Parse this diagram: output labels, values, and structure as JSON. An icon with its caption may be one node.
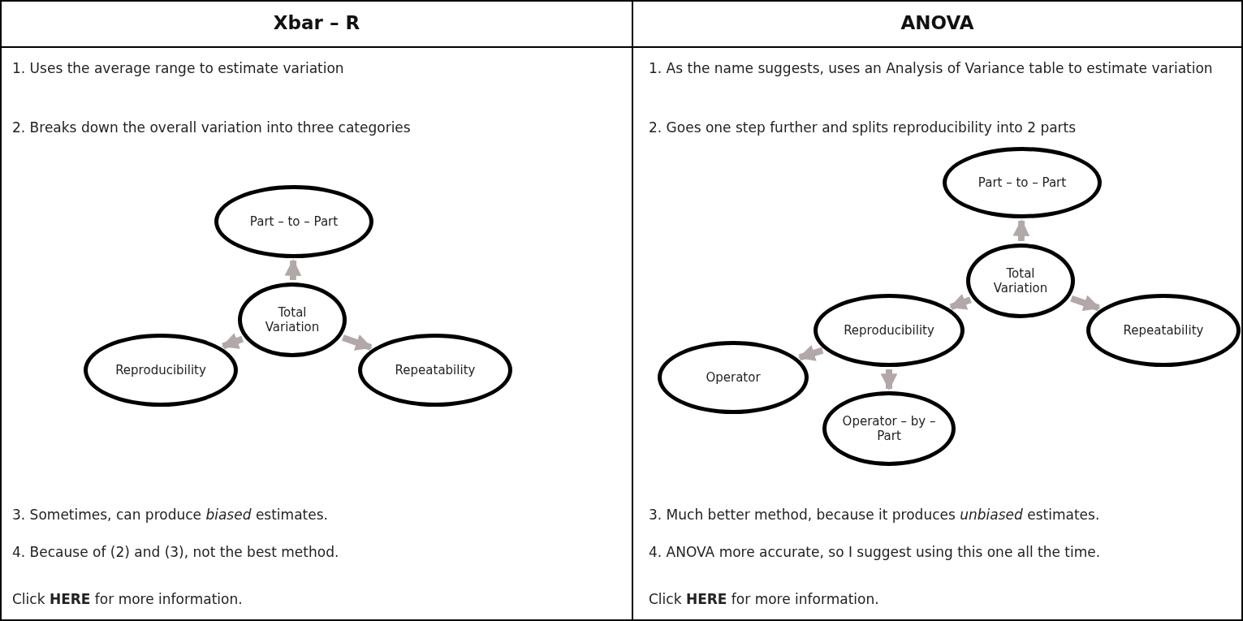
{
  "diagram": {
    "nodes": [
      {
        "text": [
          "Part – to – Part"
        ]
      },
      {
        "text": [
          "Total Variation"
        ]
      },
      {
        "text": [
          "Reproducibility"
        ]
      },
      {
        "text": [
          "Repeatability"
        ]
      },
      {
        "text": [
          "Part – to – Part"
        ]
      },
      {
        "text": [
          "Total Variation"
        ]
      },
      {
        "text": [
          "Reproducibility"
        ]
      },
      {
        "text": [
          "Repeatability"
        ]
      },
      {
        "text": [
          "Operator"
        ]
      },
      {
        "text": [
          "Operator – by – Part"
        ]
      }
    ],
    "edges": [
      {
        "from": 1,
        "to": 0,
        "arrow": "to"
      },
      {
        "from": 1,
        "to": 2,
        "arrow": "to"
      },
      {
        "from": 1,
        "to": 3,
        "arrow": "to"
      },
      {
        "from": 5,
        "to": 4,
        "arrow": "to"
      },
      {
        "from": 5,
        "to": 6,
        "arrow": "to"
      },
      {
        "from": 5,
        "to": 7,
        "arrow": "to"
      },
      {
        "from": 6,
        "to": 8,
        "arrow": "to"
      },
      {
        "from": 6,
        "to": 9,
        "arrow": "to"
      }
    ],
    "labels": [
      "Xbar – R",
      "ANOVA",
      "1. Uses the average range to estimate variation",
      "1. As the name suggests, uses an Analysis of Variance table to estimate variation",
      "2. Breaks down the overall variation into three categories",
      "2. Goes one step further and splits reproducibility into 2 parts",
      "3. Sometimes, can produce *biased* estimates.",
      "3. Much better method, because it produces *unbiased* estimates.",
      "4. Because of (2) and (3), not the best method.",
      "4. ANOVA more accurate, so I suggest using this one all the time.",
      "Click **HERE** for more information.",
      "Click **HERE** for more information."
    ]
  }
}
